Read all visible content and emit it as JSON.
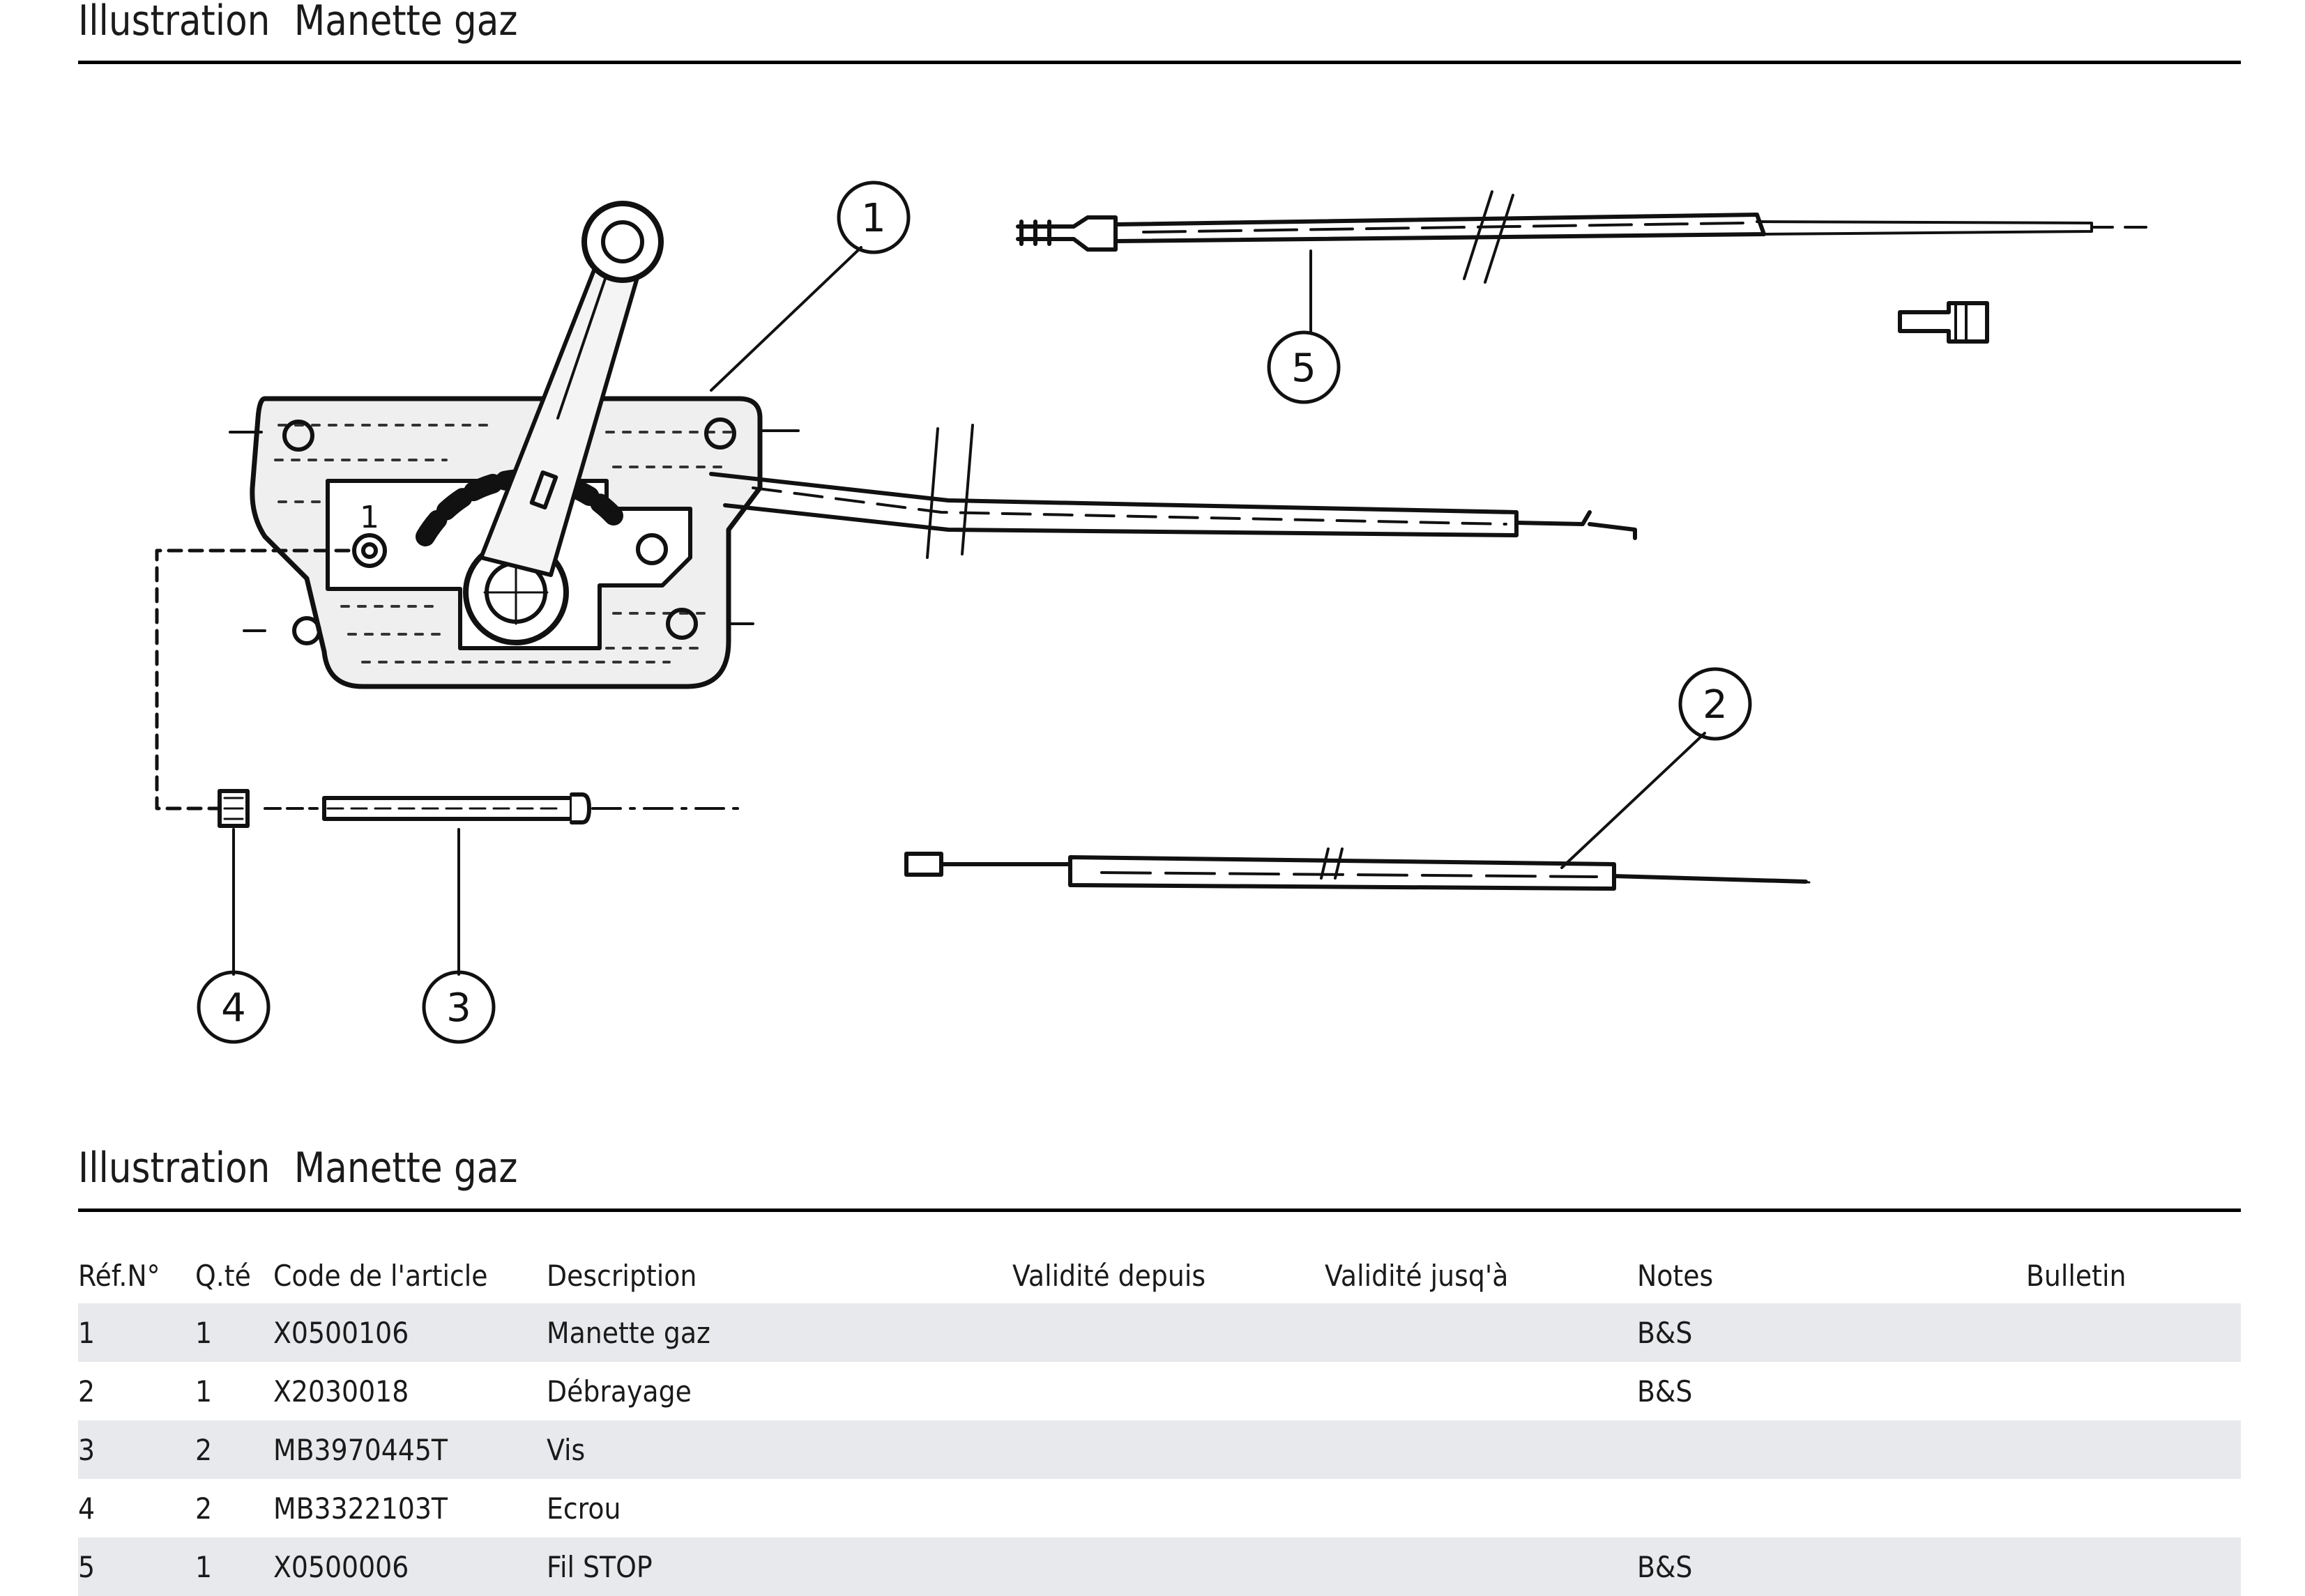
{
  "section_1": {
    "title_part1": "Illustration",
    "title_part2": "Manette gaz"
  },
  "diagram": {
    "callouts": [
      "1",
      "2",
      "3",
      "4",
      "5"
    ],
    "handle_mark": "1"
  },
  "section_2": {
    "title_part1": "Illustration",
    "title_part2": "Manette gaz"
  },
  "table": {
    "headers": [
      "Réf.N°",
      "Q.té",
      "Code de l'article",
      "Description",
      "Validité depuis",
      "Validité jusq'à",
      "Notes",
      "Bulletin"
    ],
    "rows": [
      [
        "1",
        "1",
        "X0500106",
        "Manette gaz",
        "",
        "",
        "B&S",
        ""
      ],
      [
        "2",
        "1",
        "X2030018",
        "Débrayage",
        "",
        "",
        "B&S",
        ""
      ],
      [
        "3",
        "2",
        "MB3970445T",
        "Vis",
        "",
        "",
        "",
        ""
      ],
      [
        "4",
        "2",
        "MB3322103T",
        "Ecrou",
        "",
        "",
        "",
        ""
      ],
      [
        "5",
        "1",
        "X0500006",
        "Fil STOP",
        "",
        "",
        "B&S",
        ""
      ]
    ]
  }
}
